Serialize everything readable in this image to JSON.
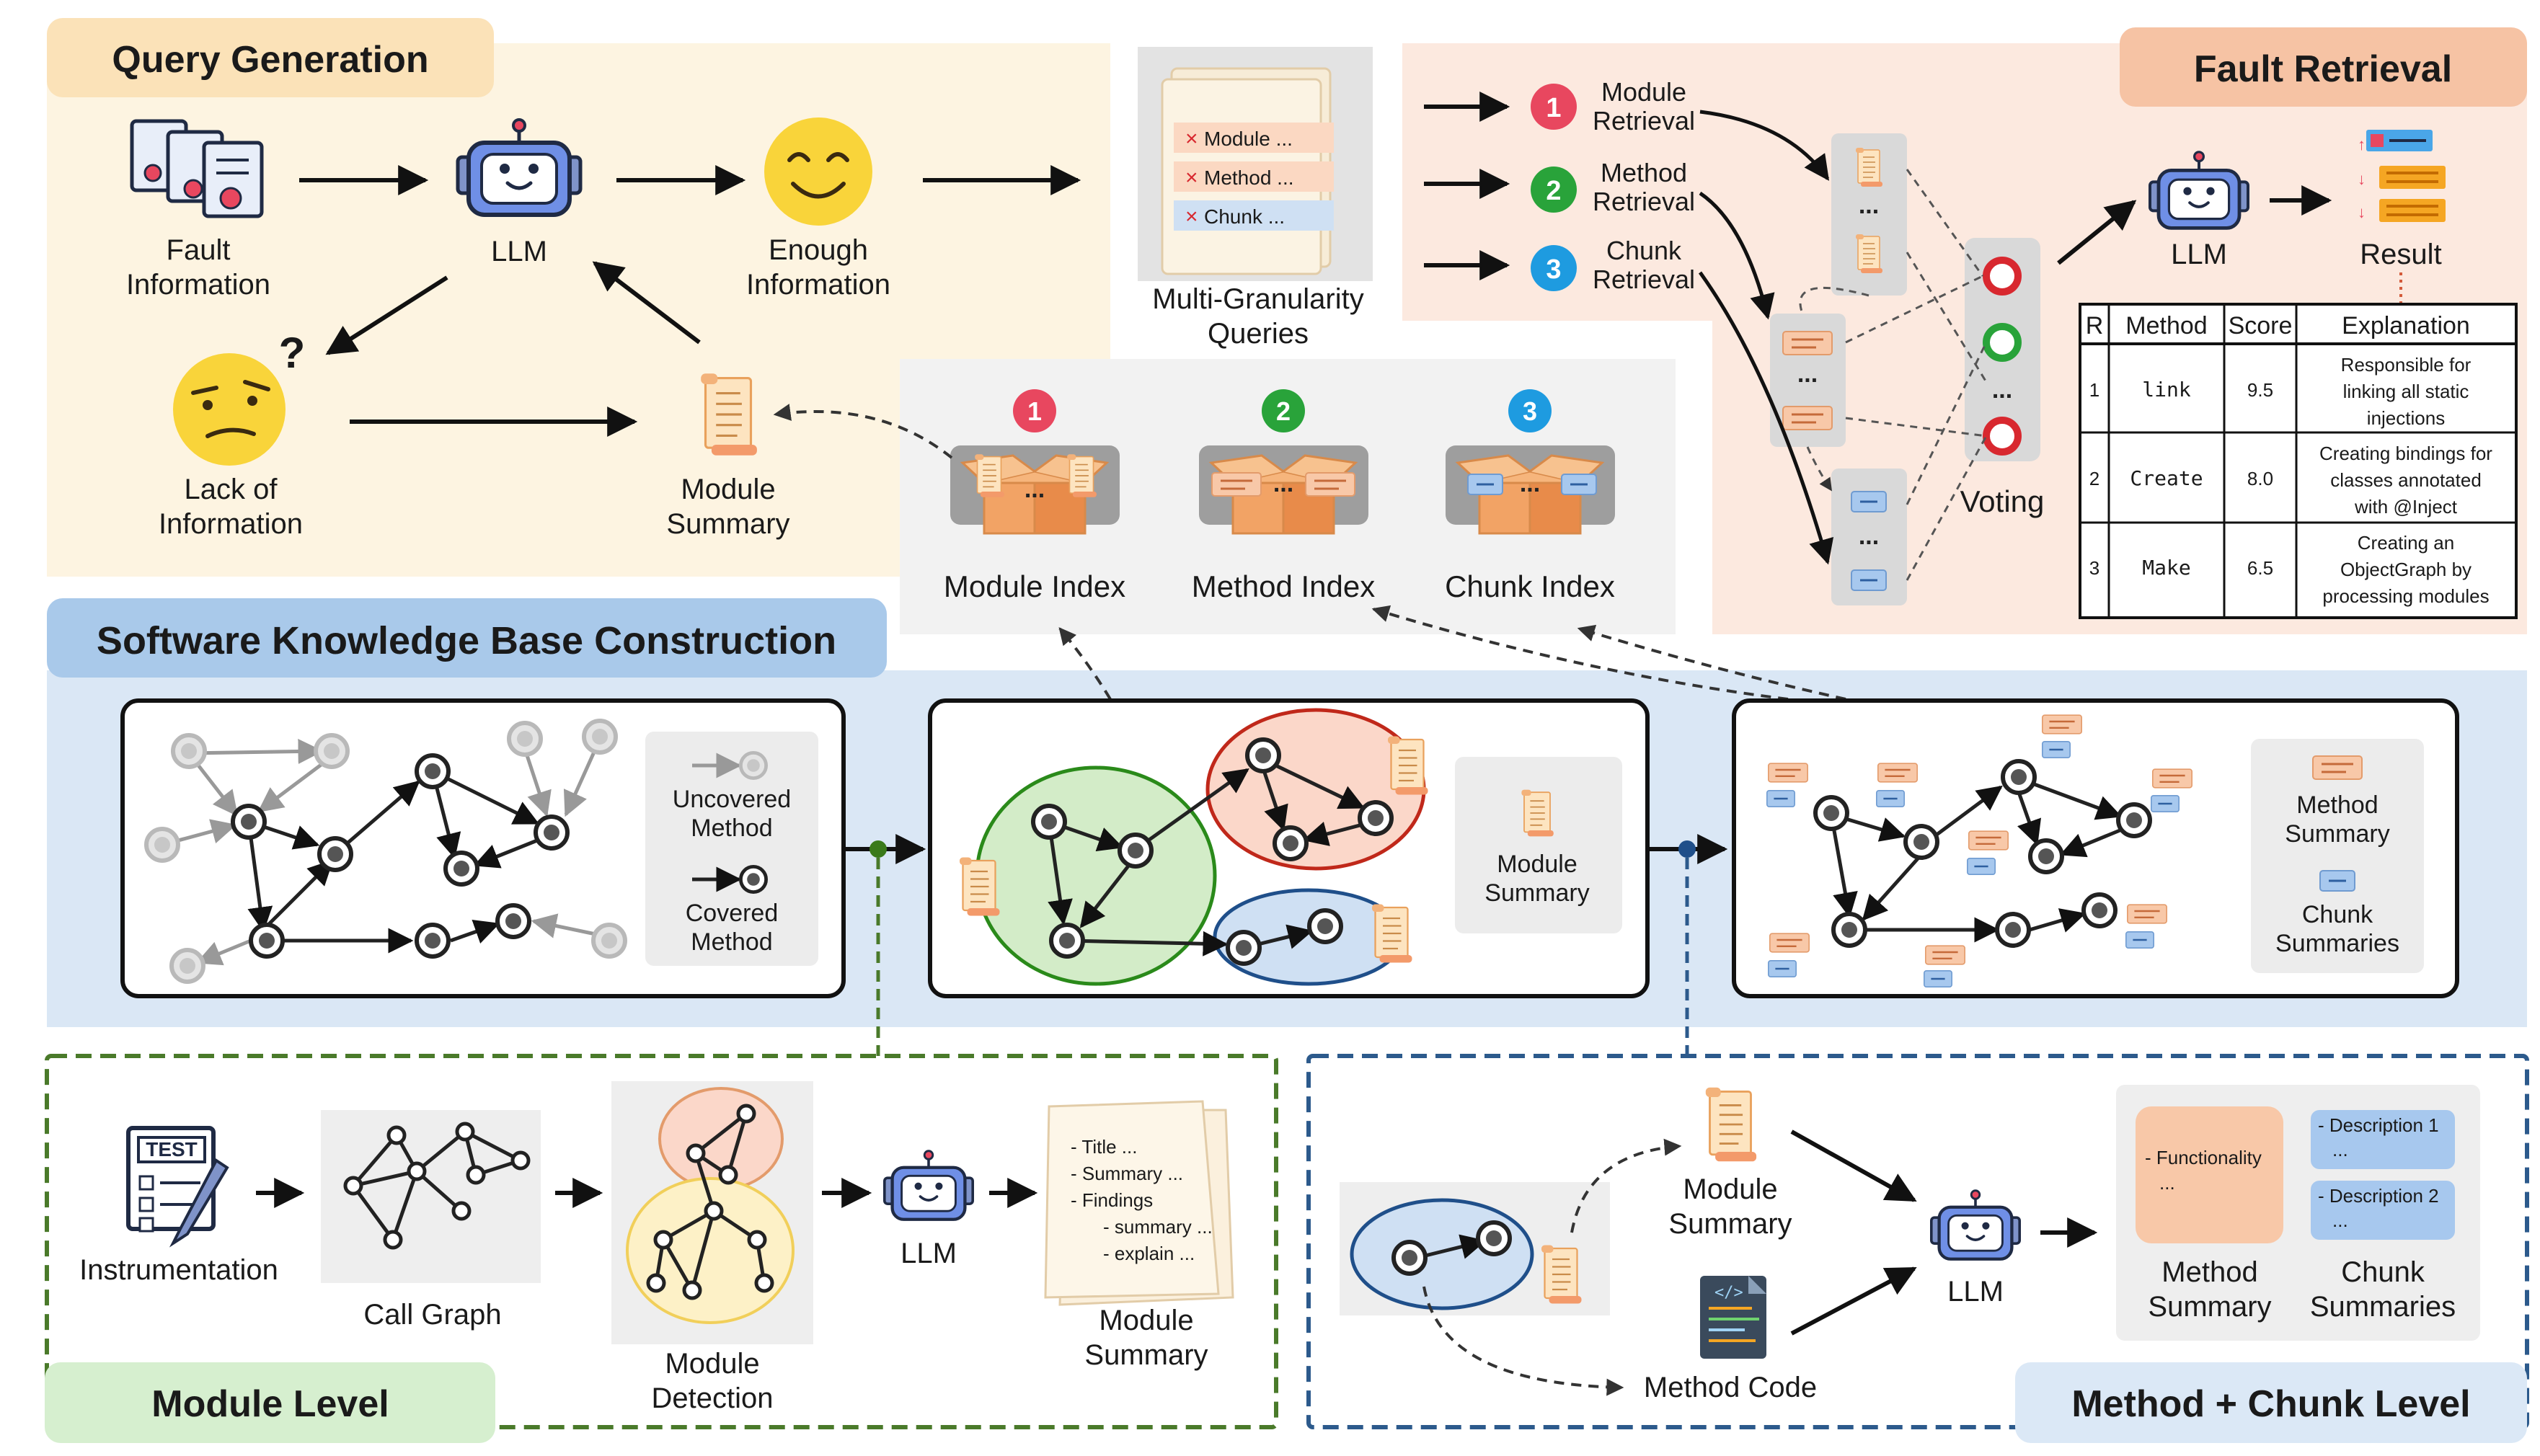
{
  "query_generation": {
    "title": "Query Generation",
    "fault_information": [
      "Fault",
      "Information"
    ],
    "llm": "LLM",
    "enough_information": [
      "Enough",
      "Information"
    ],
    "lack_of_information": [
      "Lack of",
      "Information"
    ],
    "module_summary": [
      "Module",
      "Summary"
    ],
    "question_mark": "?"
  },
  "queries": {
    "label": [
      "Multi-Granularity",
      "Queries"
    ],
    "items": [
      "Module ...",
      "Method ...",
      "Chunk ..."
    ],
    "x_mark": "×"
  },
  "indices": {
    "numbers": [
      "1",
      "2",
      "3"
    ],
    "labels": [
      "Module Index",
      "Method Index",
      "Chunk Index"
    ],
    "ellipsis": "..."
  },
  "fault_retrieval": {
    "title": "Fault Retrieval",
    "retrievals": [
      {
        "num": "1",
        "line1": "Module",
        "line2": "Retrieval"
      },
      {
        "num": "2",
        "line1": "Method",
        "line2": "Retrieval"
      },
      {
        "num": "3",
        "line1": "Chunk",
        "line2": "Retrieval"
      }
    ],
    "voting": "Voting",
    "llm": "LLM",
    "result": "Result",
    "ellipsis": "...",
    "table": {
      "headers": [
        "R",
        "Method",
        "Score",
        "Explanation"
      ],
      "rows": [
        {
          "r": "1",
          "method": "link",
          "score": "9.5",
          "explanation": [
            "Responsible for",
            "linking all static",
            "injections"
          ]
        },
        {
          "r": "2",
          "method": "Create",
          "score": "8.0",
          "explanation": [
            "Creating bindings for",
            "classes annotated",
            "with @Inject"
          ]
        },
        {
          "r": "3",
          "method": "Make",
          "score": "6.5",
          "explanation": [
            "Creating an",
            "ObjectGraph by",
            "processing modules"
          ]
        }
      ]
    }
  },
  "kb": {
    "title": "Software Knowledge Base Construction",
    "legend1": {
      "uncovered": [
        "Uncovered",
        "Method"
      ],
      "covered": [
        "Covered",
        "Method"
      ]
    },
    "legend2": {
      "module_summary": [
        "Module",
        "Summary"
      ]
    },
    "legend3": {
      "method_summary": [
        "Method",
        "Summary"
      ],
      "chunk_summaries": [
        "Chunk",
        "Summaries"
      ]
    }
  },
  "module_level": {
    "title": "Module Level",
    "test": "TEST",
    "instrumentation": "Instrumentation",
    "call_graph": "Call Graph",
    "module_detection": [
      "Module",
      "Detection"
    ],
    "llm": "LLM",
    "summary_doc": [
      "- Title ...",
      "- Summary ...",
      "- Findings",
      "- summary ...",
      "- explain ..."
    ],
    "module_summary": [
      "Module",
      "Summary"
    ]
  },
  "method_chunk_level": {
    "title": "Method + Chunk Level",
    "module_summary": [
      "Module",
      "Summary"
    ],
    "method_code": "Method Code",
    "llm": "LLM",
    "functionality": [
      "- Functionality",
      "..."
    ],
    "description1": [
      "- Description 1",
      "..."
    ],
    "description2": [
      "- Description 2",
      "..."
    ],
    "method_summary": [
      "Method",
      "Summary"
    ],
    "chunk_summaries": [
      "Chunk",
      "Summaries"
    ]
  },
  "colors": {
    "query_bg": "#fdf4e1",
    "query_title_bg": "#fbe2b8",
    "fault_bg": "#fce9df",
    "fault_title_bg": "#f6c3a4",
    "kb_band": "#dae7f5",
    "kb_title_bg": "#a9c9ea",
    "module_level_title": "#d6efcf",
    "method_level_title": "#dbe8f6",
    "green_dashed": "#4a7a2a",
    "blue_dashed": "#2c5a8c",
    "red_circle": "#e8475f",
    "green_circle": "#29a33a",
    "blue_circle": "#1e9be0"
  },
  "icons": [
    "document-icon",
    "robot-icon",
    "smiley-icon",
    "confused-face-icon",
    "scroll-icon",
    "box-icon",
    "voting-icon",
    "result-icon",
    "test-clipboard-icon",
    "code-file-icon"
  ]
}
